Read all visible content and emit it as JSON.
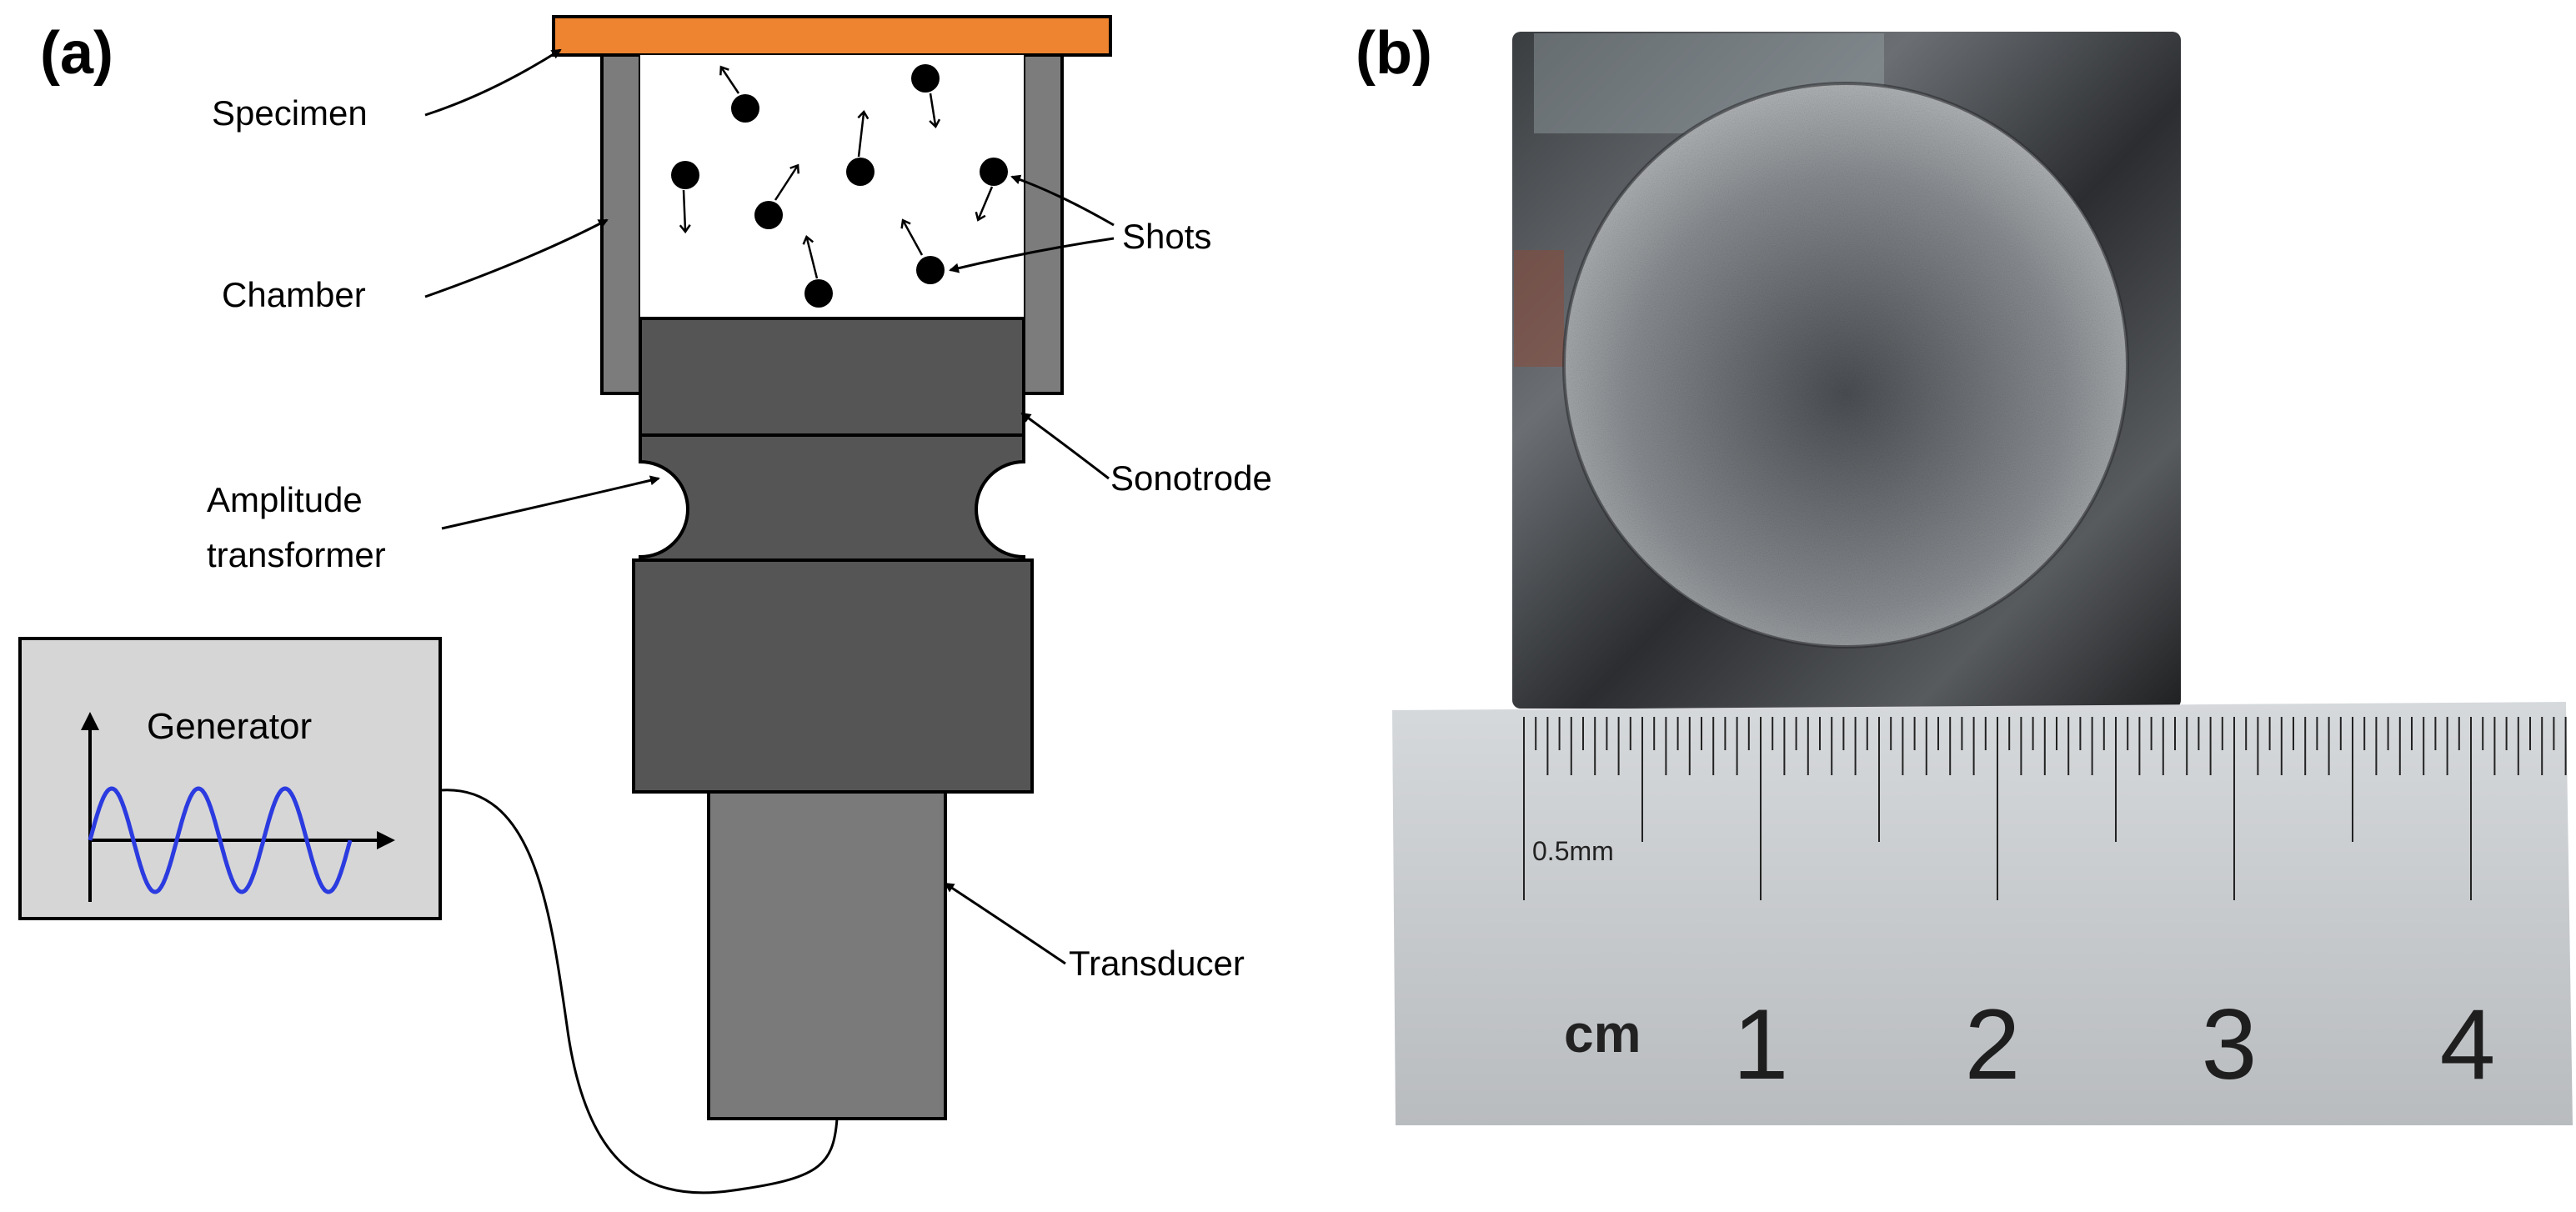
{
  "panel_a": {
    "label": "(a)",
    "labels": {
      "specimen": "Specimen",
      "chamber": "Chamber",
      "shots": "Shots",
      "sonotrode": "Sonotrode",
      "amplitude_line1": "Amplitude",
      "amplitude_line2": "transformer",
      "transducer": "Transducer"
    },
    "generator": {
      "label": "Generator"
    },
    "colors": {
      "specimen": "#ee8430",
      "chamber_wall": "#7c7c7c",
      "sonotrode": "#555555",
      "transducer": "#7a7a7a",
      "generator_box": "#d6d6d6",
      "sine_wave": "#2b3be0"
    }
  },
  "panel_b": {
    "label": "(b)",
    "ruler": {
      "small_scale_label": "0.5mm",
      "unit_label": "cm",
      "numbers": [
        "1",
        "2",
        "3",
        "4"
      ]
    },
    "photo_description_icon": "treated-specimen-photo"
  }
}
